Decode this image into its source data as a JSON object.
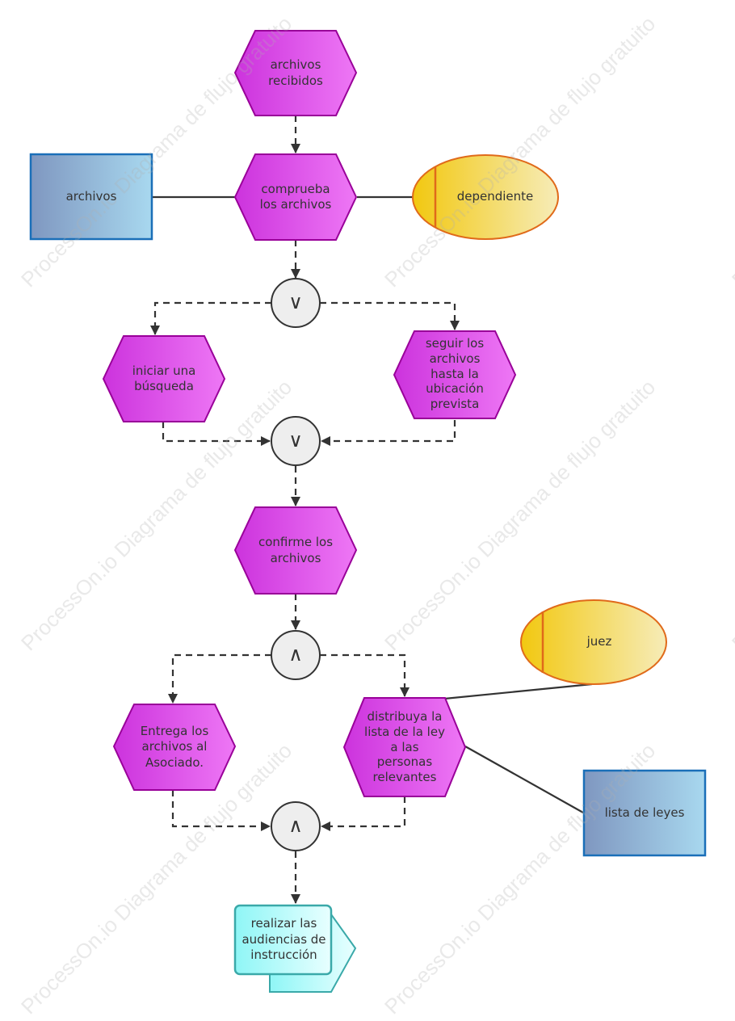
{
  "watermark": "ProcessOn.io Diagrama de flujo gratuito",
  "colors": {
    "event_fill_start": "#cc33dd",
    "event_fill_end": "#ee77f5",
    "event_stroke": "#990099",
    "data_fill_start": "#7f97c0",
    "data_fill_end": "#a8d8ef",
    "data_stroke": "#1a6fb8",
    "org_fill_start": "#f2c810",
    "org_fill_end": "#f6ecb8",
    "org_stroke": "#e06a1a",
    "gate_fill": "#eeeeee",
    "gate_stroke": "#333333",
    "link_color": "#333333",
    "process_fill_start": "#8ff6f6",
    "process_fill_end": "#e8ffff",
    "process_stroke": "#3aa9a9"
  },
  "nodes": {
    "archivos_recibidos": "archivos\nrecibidos",
    "comprueba": "comprueba\nlos archivos",
    "archivos": "archivos",
    "dependiente": "dependiente",
    "gate1": "∨",
    "iniciar": "iniciar una\nbúsqueda",
    "seguir": "seguir los\narchivos\nhasta la\nubicación\nprevista",
    "gate2": "∨",
    "confirme": "confirme los\narchivos",
    "gate3": "∧",
    "entrega": "Entrega los\narchivos al\nAsociado.",
    "distribuya": "distribuya la\nlista de la ley\na las\npersonas\nrelevantes",
    "juez": "juez",
    "lista": "lista de leyes",
    "gate4": "∧",
    "realizar": "realizar las\naudiencias de\ninstrucción"
  }
}
